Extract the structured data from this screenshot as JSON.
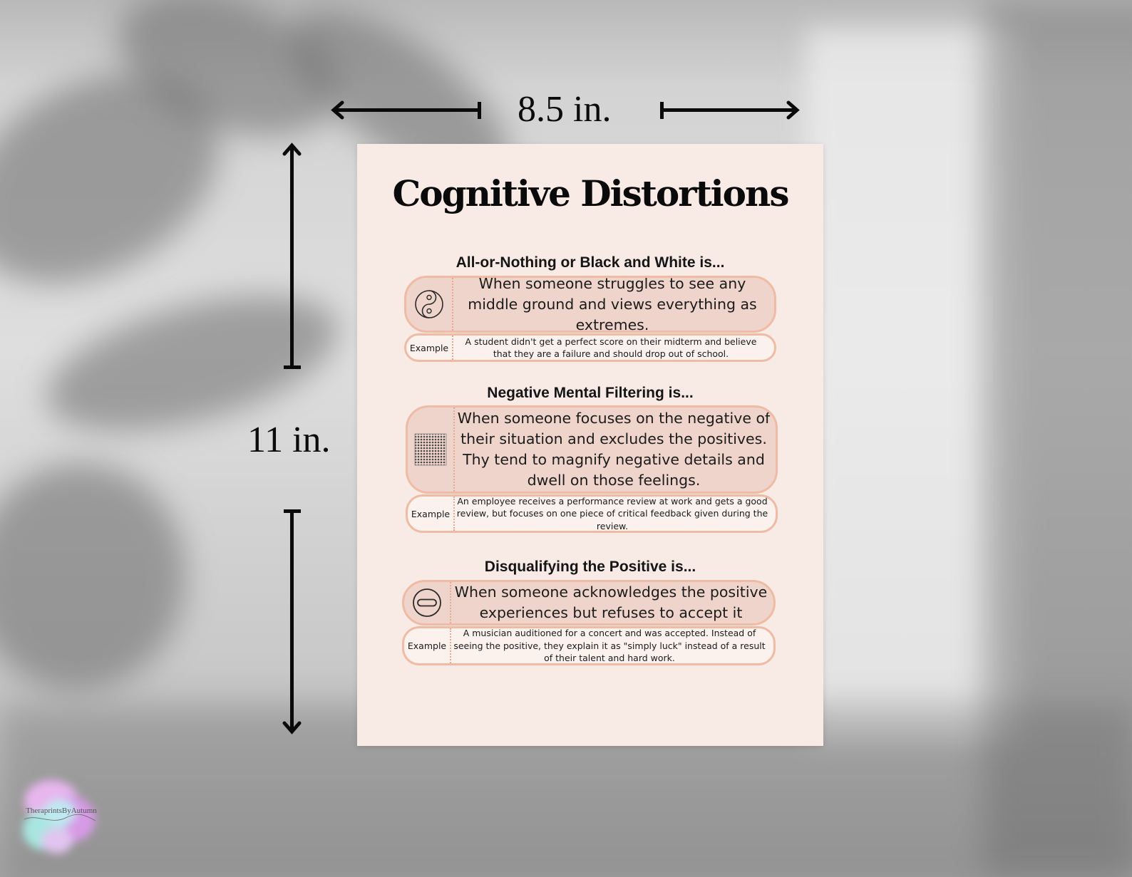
{
  "dimensions": {
    "width_label": "8.5 in.",
    "height_label": "11 in."
  },
  "poster": {
    "title": "Cognitive Distortions",
    "sections": [
      {
        "heading": "All-or-Nothing or Black and White is...",
        "icon": "yin-yang-icon",
        "definition": "When someone struggles to see any middle ground and views everything as extremes.",
        "example_label": "Example",
        "example": "A student didn't get a perfect score on their midterm and believe that they are a failure and should drop out of school."
      },
      {
        "heading": "Negative Mental Filtering  is...",
        "icon": "mesh-filter-icon",
        "definition": "When someone focuses on the negative of their situation and excludes the positives. Thy tend to magnify negative details and dwell on those feelings.",
        "example_label": "Example",
        "example": "An employee receives a performance review at work and gets a good review, but focuses on one piece of critical feedback given during the review."
      },
      {
        "heading": "Disqualifying the Positive is...",
        "icon": "minus-circle-icon",
        "definition": "When someone acknowledges the positive experiences but refuses to accept it",
        "example_label": "Example",
        "example": "A musician auditioned for a concert and was accepted. Instead of seeing the positive, they explain it as \"simply luck\" instead of a result of their talent and hard work."
      }
    ]
  },
  "watermark": {
    "text": "TheraprintsByAutumn"
  },
  "colors": {
    "poster_bg": "#f8ebe6",
    "pill_border": "#efbba4",
    "pill_fill": "#efd4cb",
    "example_fill": "#fbf1ed"
  }
}
